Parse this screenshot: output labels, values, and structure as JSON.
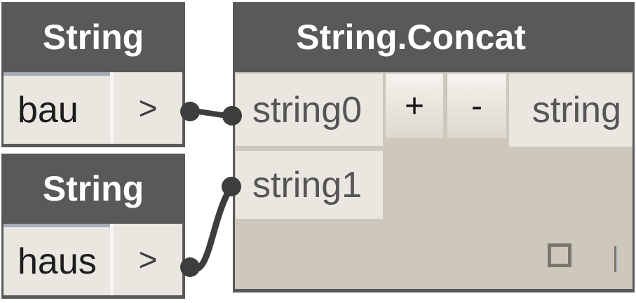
{
  "nodes": {
    "string_a": {
      "title": "String",
      "value": "bau",
      "output_port": ">"
    },
    "string_b": {
      "title": "String",
      "value": "haus",
      "output_port": ">"
    },
    "concat": {
      "title": "String.Concat",
      "input_ports": [
        "string0",
        "string1"
      ],
      "add_button": "+",
      "remove_button": "-",
      "output_port": "string"
    }
  },
  "icons": {
    "checkbox": "empty-square-checkbox",
    "resize_handle": "vertical-bar-handle"
  },
  "colors": {
    "node_frame": "#595959",
    "header_text": "#ffffff",
    "port_chip": "#eae7e1",
    "body_background": "#cdc7bc",
    "button_top": "#f5f3ee",
    "button_bottom": "#ddd8ce",
    "input_top_border": "#a8adb8",
    "wire": "#3d3d3d",
    "value_text": "#1d1d1d",
    "label_text": "#555555"
  }
}
